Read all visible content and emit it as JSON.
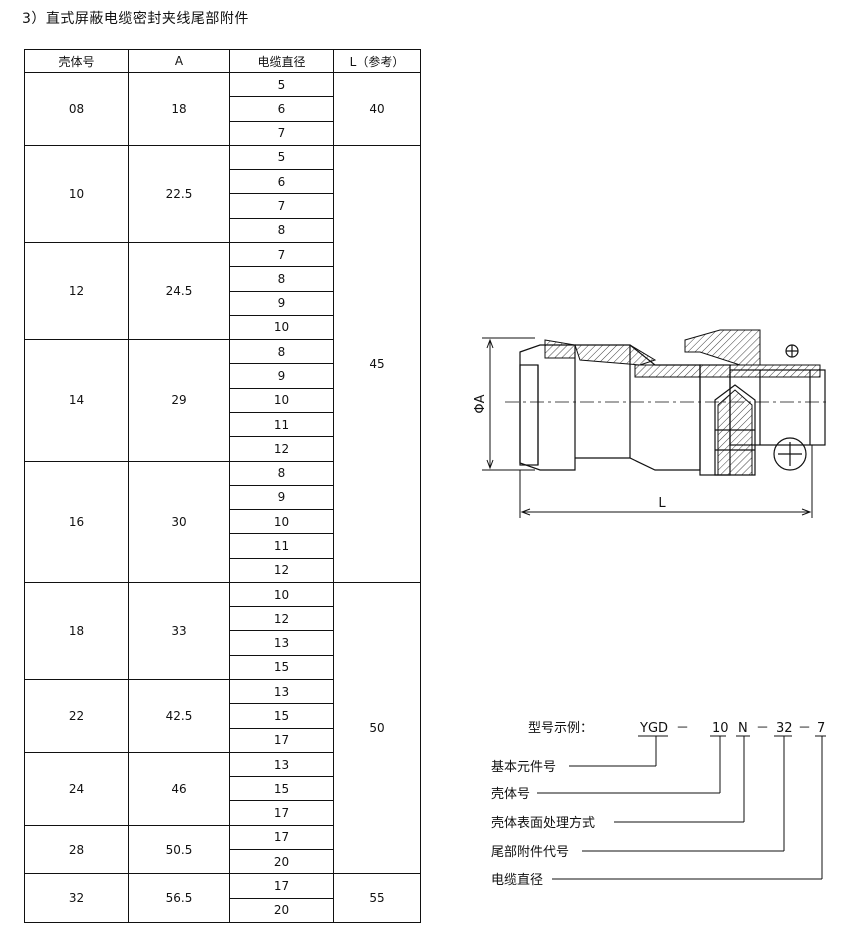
{
  "heading": "3）直式屏蔽电缆密封夹线尾部附件",
  "table": {
    "headers": [
      "壳体号",
      "A",
      "电缆直径",
      "L（参考）"
    ],
    "groups": [
      {
        "shell": "08",
        "a": "18",
        "diameters": [
          "5",
          "6",
          "7"
        ]
      },
      {
        "shell": "10",
        "a": "22.5",
        "diameters": [
          "5",
          "6",
          "7",
          "8"
        ]
      },
      {
        "shell": "12",
        "a": "24.5",
        "diameters": [
          "7",
          "8",
          "9",
          "10"
        ]
      },
      {
        "shell": "14",
        "a": "29",
        "diameters": [
          "8",
          "9",
          "10",
          "11",
          "12"
        ]
      },
      {
        "shell": "16",
        "a": "30",
        "diameters": [
          "8",
          "9",
          "10",
          "11",
          "12"
        ]
      },
      {
        "shell": "18",
        "a": "33",
        "diameters": [
          "10",
          "12",
          "13",
          "15"
        ]
      },
      {
        "shell": "22",
        "a": "42.5",
        "diameters": [
          "13",
          "15",
          "17"
        ]
      },
      {
        "shell": "24",
        "a": "46",
        "diameters": [
          "13",
          "15",
          "17"
        ]
      },
      {
        "shell": "28",
        "a": "50.5",
        "diameters": [
          "17",
          "20"
        ]
      },
      {
        "shell": "32",
        "a": "56.5",
        "diameters": [
          "17",
          "20"
        ]
      }
    ],
    "l_values": [
      {
        "value": "40",
        "group_span": 1
      },
      {
        "value": "45",
        "group_span": 4
      },
      {
        "value": "50",
        "group_span": 4
      },
      {
        "value": "55",
        "group_span": 1
      }
    ]
  },
  "drawing": {
    "dim_phi_a": "ΦA",
    "dim_l": "L"
  },
  "example": {
    "label": "型号示例：",
    "parts": [
      "YGD",
      "－",
      "10",
      "N",
      "－",
      "32",
      "－",
      "7"
    ],
    "callouts": [
      "基本元件号",
      "壳体号",
      "壳体表面处理方式",
      "尾部附件代号",
      "电缆直径"
    ]
  }
}
